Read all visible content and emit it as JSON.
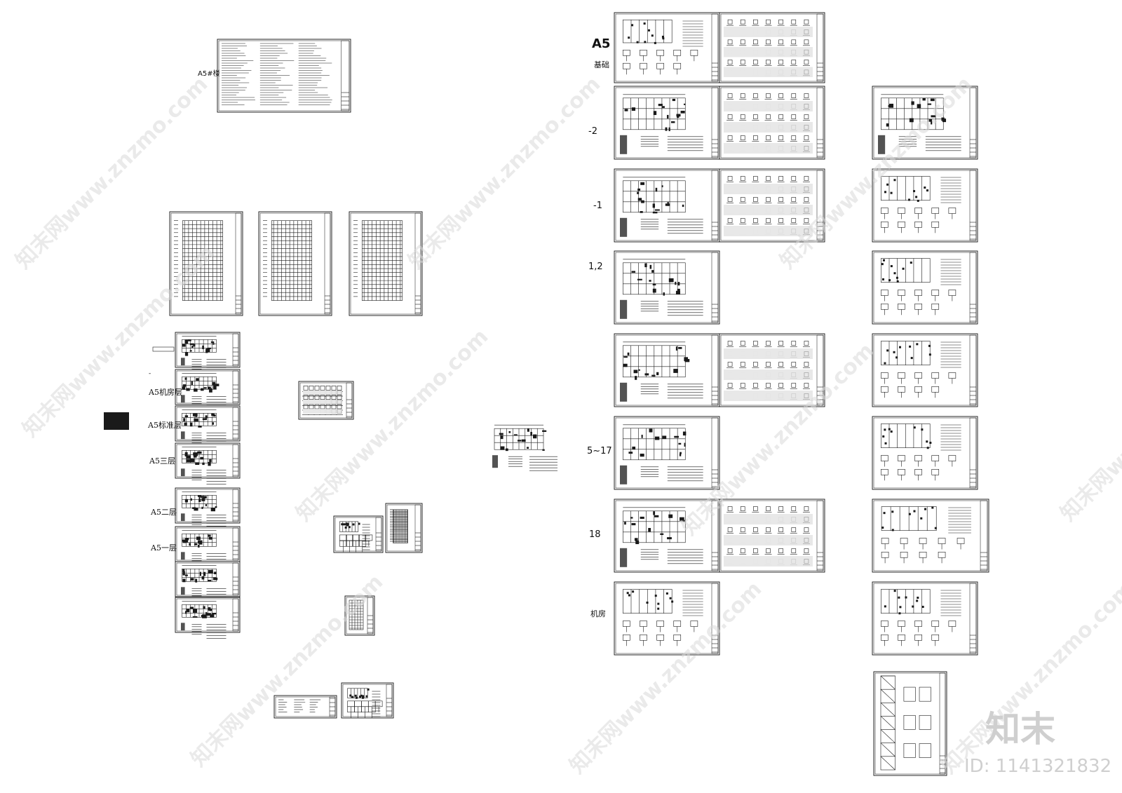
{
  "labels": {
    "a5_building": "A5#楼",
    "a5_main": "A5",
    "foundation": "基础",
    "floor_m2": "-2",
    "floor_m1": "-1",
    "floor_12": "1,2",
    "floor_517": "5~17",
    "floor_18": "18",
    "machine_room": "机房",
    "a5_machine_floor": "A5机房层",
    "a5_standard_floor": "A5标准层",
    "a5_third_floor": "A5三层",
    "a5_second_floor": "A5二层",
    "a5_first_floor": "A5一层",
    "dash": "-"
  },
  "watermark": {
    "text": "知末网www.znzmo.com",
    "brand_logo": "知末",
    "id_text": "ID: 1141321832"
  },
  "colors": {
    "ink": "#1a1a1a",
    "watermark": "#d9d9d9",
    "background": "#ffffff"
  }
}
